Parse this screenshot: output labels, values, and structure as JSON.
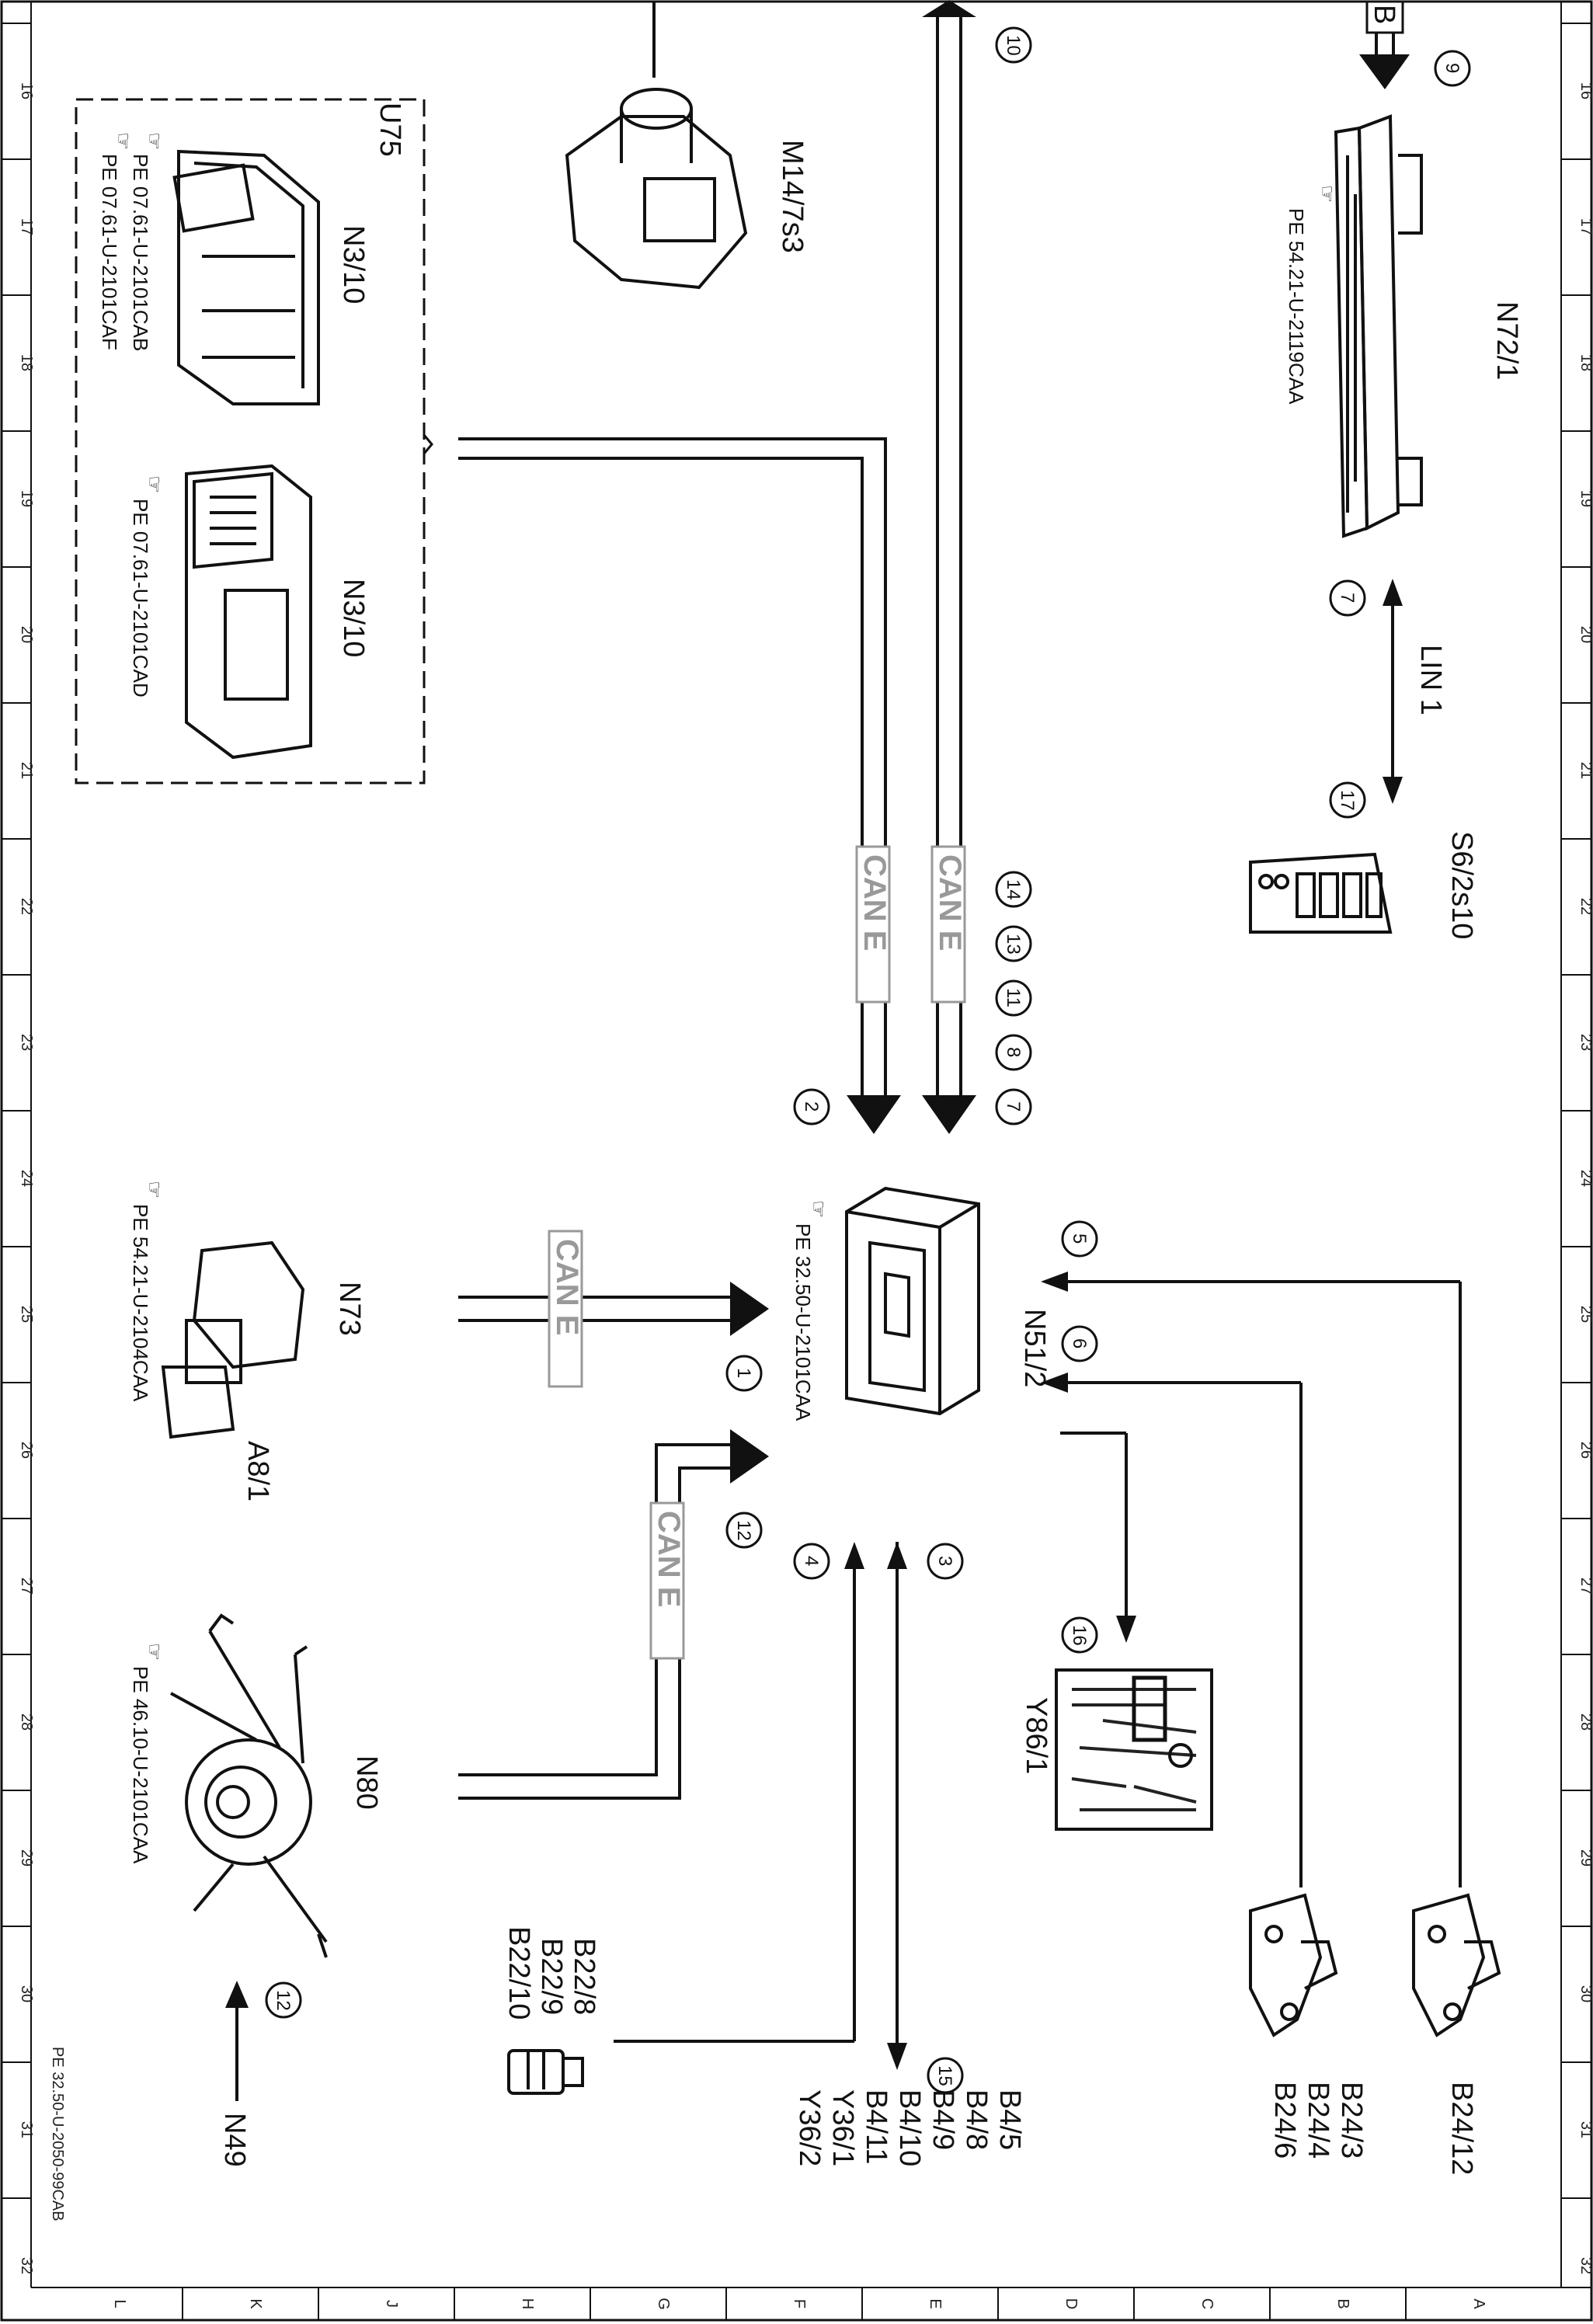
{
  "document_ref": "PE 32.50-U-2050-99CAB",
  "grid": {
    "rows": [
      "16",
      "17",
      "18",
      "19",
      "20",
      "21",
      "22",
      "23",
      "24",
      "25",
      "26",
      "27",
      "28",
      "29",
      "30",
      "31",
      "32"
    ],
    "cols": [
      "L",
      "K",
      "J",
      "H",
      "G",
      "F",
      "E",
      "D",
      "C",
      "B",
      "A"
    ]
  },
  "components": {
    "u75": "U75",
    "n3_10_a": "N3/10",
    "n3_10_a_ref1": "PE 07.61-U-2101CAB",
    "n3_10_a_ref2": "PE 07.61-U-2101CAF",
    "n3_10_b": "N3/10",
    "n3_10_b_ref": "PE 07.61-U-2101CAD",
    "m14_7s3": "M14/7s3",
    "n72_1": "N72/1",
    "n72_1_ref": "PE 54.21-U-2119CAA",
    "s6_2s10": "S6/2s10",
    "n51_2": "N51/2",
    "n51_2_ref": "PE 32.50-U-2101CAA",
    "n73": "N73",
    "a8_1": "A8/1",
    "n73_ref": "PE 54.21-U-2104CAA",
    "n80": "N80",
    "n80_ref": "PE 46.10-U-2101CAA",
    "n49": "N49",
    "y86_1": "Y86/1",
    "b22": [
      "B22/8",
      "B22/9",
      "B22/10"
    ],
    "b24_group": [
      "B24/3",
      "B24/4",
      "B24/6"
    ],
    "b24_12": "B24/12",
    "b4_group": [
      "B4/5",
      "B4/8",
      "B4/9",
      "B4/10",
      "B4/11",
      "Y36/1",
      "Y36/2"
    ]
  },
  "buses": {
    "can_e": "CAN E",
    "lin_1": "LIN 1",
    "b_tag": "B"
  },
  "callouts": {
    "c1": "1",
    "c2": "2",
    "c3": "3",
    "c4": "4",
    "c5": "5",
    "c6": "6",
    "c7": "7",
    "c8": "8",
    "c9": "9",
    "c10": "10",
    "c11": "11",
    "c12": "12",
    "c13": "13",
    "c14": "14",
    "c15": "15",
    "c16": "16",
    "c17": "17"
  }
}
